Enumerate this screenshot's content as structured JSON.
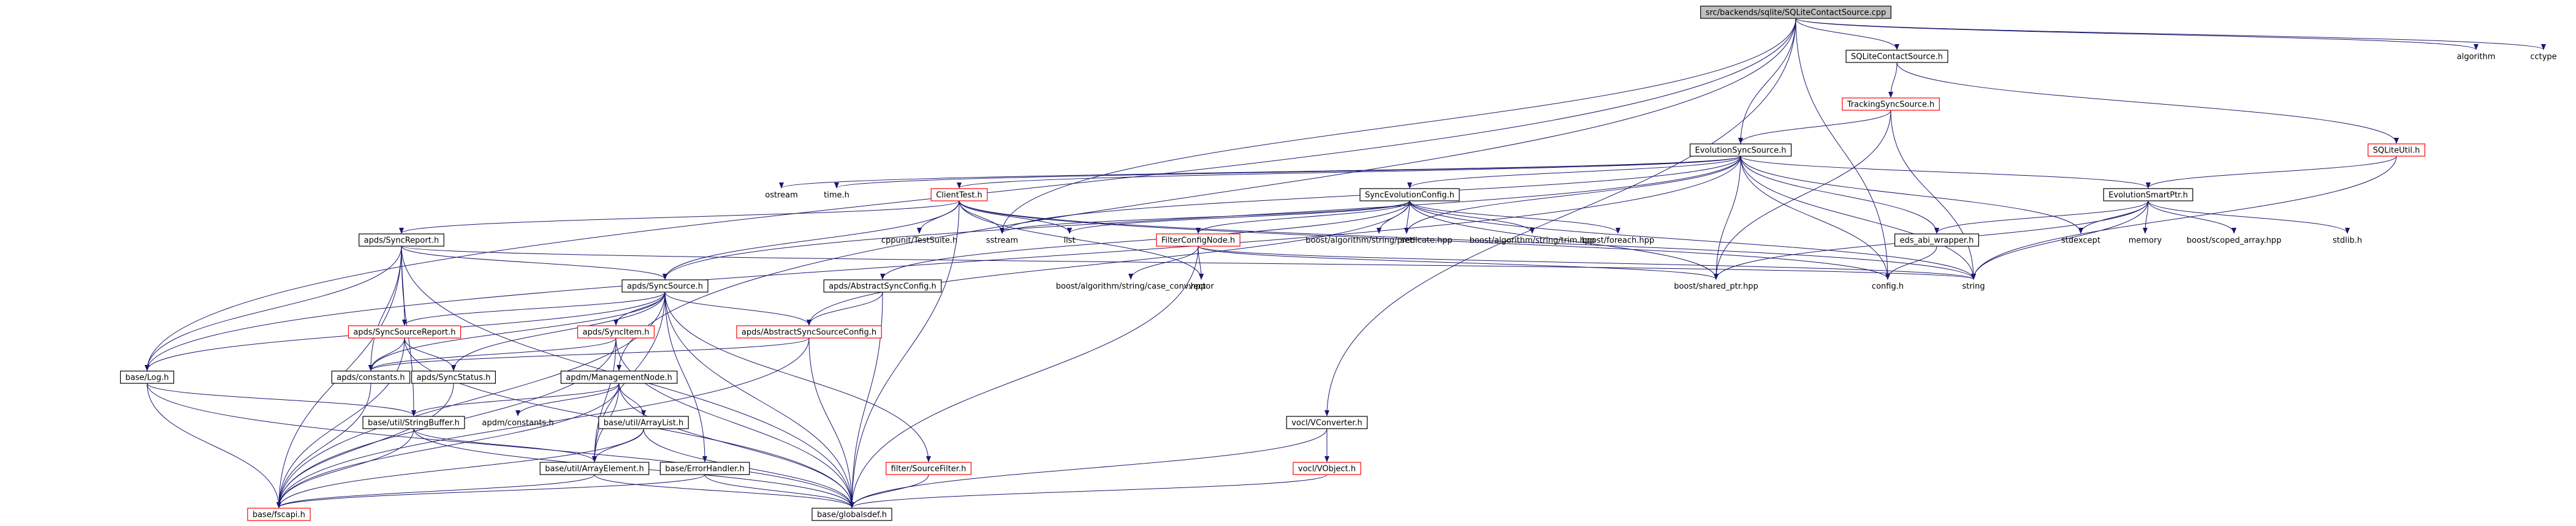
{
  "diagram": {
    "root_file": "src/backends/sqlite/SQLiteContactSource.cpp",
    "nodes": [
      {
        "id": "root",
        "label": "src/backends/sqlite/SQLiteContactSource.cpp",
        "style": "root"
      },
      {
        "id": "algorithm",
        "label": "algorithm",
        "style": "plain"
      },
      {
        "id": "cctype",
        "label": "cctype",
        "style": "plain"
      },
      {
        "id": "sqlitecontactsource_h",
        "label": "SQLiteContactSource.h",
        "style": "box"
      },
      {
        "id": "trackingsyncsource_h",
        "label": "TrackingSyncSource.h",
        "style": "red"
      },
      {
        "id": "sqliteutil_h",
        "label": "SQLiteUtil.h",
        "style": "red"
      },
      {
        "id": "evolutionsyncsource_h",
        "label": "EvolutionSyncSource.h",
        "style": "box"
      },
      {
        "id": "evolutionsmartptr_h",
        "label": "EvolutionSmartPtr.h",
        "style": "box"
      },
      {
        "id": "ostream",
        "label": "ostream",
        "style": "plain"
      },
      {
        "id": "time_h",
        "label": "time.h",
        "style": "plain"
      },
      {
        "id": "clienttest_h",
        "label": "ClientTest.h",
        "style": "red"
      },
      {
        "id": "syncevolutionconfig_h",
        "label": "SyncEvolutionConfig.h",
        "style": "box"
      },
      {
        "id": "cppunit_testsuite_h",
        "label": "cppunit/TestSuite.h",
        "style": "plain"
      },
      {
        "id": "sstream",
        "label": "sstream",
        "style": "plain"
      },
      {
        "id": "list",
        "label": "list",
        "style": "plain"
      },
      {
        "id": "set",
        "label": "set",
        "style": "plain"
      },
      {
        "id": "stdexcept",
        "label": "stdexcept",
        "style": "plain"
      },
      {
        "id": "memory",
        "label": "memory",
        "style": "plain"
      },
      {
        "id": "scoped_array_hpp",
        "label": "boost/scoped_array.hpp",
        "style": "plain"
      },
      {
        "id": "stdlib_h",
        "label": "stdlib.h",
        "style": "plain"
      },
      {
        "id": "predicate_hpp",
        "label": "boost/algorithm/string/predicate.hpp",
        "style": "plain"
      },
      {
        "id": "trim_hpp",
        "label": "boost/algorithm/string/trim.hpp",
        "style": "plain"
      },
      {
        "id": "foreach_hpp",
        "label": "boost/foreach.hpp",
        "style": "plain"
      },
      {
        "id": "eds_abi_wrapper_h",
        "label": "eds_abi_wrapper.h",
        "style": "box"
      },
      {
        "id": "apds_syncreport_h",
        "label": "apds/SyncReport.h",
        "style": "box"
      },
      {
        "id": "filterconfignode_h",
        "label": "FilterConfigNode.h",
        "style": "red"
      },
      {
        "id": "vector",
        "label": "vector",
        "style": "plain"
      },
      {
        "id": "case_conv_hpp",
        "label": "boost/algorithm/string/case_conv.hpp",
        "style": "plain"
      },
      {
        "id": "shared_ptr_hpp",
        "label": "boost/shared_ptr.hpp",
        "style": "plain"
      },
      {
        "id": "config_h",
        "label": "config.h",
        "style": "plain"
      },
      {
        "id": "string",
        "label": "string",
        "style": "plain"
      },
      {
        "id": "apds_syncsource_h",
        "label": "apds/SyncSource.h",
        "style": "box"
      },
      {
        "id": "apds_abstractsyncconfig_h",
        "label": "apds/AbstractSyncConfig.h",
        "style": "box"
      },
      {
        "id": "apds_syncsourcereport_h",
        "label": "apds/SyncSourceReport.h",
        "style": "red"
      },
      {
        "id": "apds_syncitem_h",
        "label": "apds/SyncItem.h",
        "style": "red"
      },
      {
        "id": "apds_abstractsyncsourceconfig_h",
        "label": "apds/AbstractSyncSourceConfig.h",
        "style": "red"
      },
      {
        "id": "base_log_h",
        "label": "base/Log.h",
        "style": "box"
      },
      {
        "id": "apds_constants_h",
        "label": "apds/constants.h",
        "style": "box"
      },
      {
        "id": "apds_syncstatus_h",
        "label": "apds/SyncStatus.h",
        "style": "box"
      },
      {
        "id": "apdm_managementnode_h",
        "label": "apdm/ManagementNode.h",
        "style": "box"
      },
      {
        "id": "base_util_stringbuffer_h",
        "label": "base/util/StringBuffer.h",
        "style": "box"
      },
      {
        "id": "apdm_constants_h",
        "label": "apdm/constants.h",
        "style": "plain"
      },
      {
        "id": "base_util_arraylist_h",
        "label": "base/util/ArrayList.h",
        "style": "box"
      },
      {
        "id": "base_util_arrayelement_h",
        "label": "base/util/ArrayElement.h",
        "style": "box"
      },
      {
        "id": "base_errorhandler_h",
        "label": "base/ErrorHandler.h",
        "style": "box"
      },
      {
        "id": "filter_sourcefilter_h",
        "label": "filter/SourceFilter.h",
        "style": "red"
      },
      {
        "id": "vocl_vconverter_h",
        "label": "vocl/VConverter.h",
        "style": "box"
      },
      {
        "id": "vocl_vobject_h",
        "label": "vocl/VObject.h",
        "style": "red"
      },
      {
        "id": "base_fscapi_h",
        "label": "base/fscapi.h",
        "style": "red"
      },
      {
        "id": "base_globalsdef_h",
        "label": "base/globalsdef.h",
        "style": "box"
      }
    ],
    "edges": [
      [
        "root",
        "algorithm"
      ],
      [
        "root",
        "cctype"
      ],
      [
        "root",
        "sqlitecontactsource_h"
      ],
      [
        "root",
        "evolutionsyncsource_h"
      ],
      [
        "root",
        "config_h"
      ],
      [
        "root",
        "base_log_h"
      ],
      [
        "root",
        "vocl_vconverter_h"
      ],
      [
        "root",
        "apdm_managementnode_h"
      ],
      [
        "root",
        "sstream"
      ],
      [
        "sqlitecontactsource_h",
        "trackingsyncsource_h"
      ],
      [
        "sqlitecontactsource_h",
        "sqliteutil_h"
      ],
      [
        "trackingsyncsource_h",
        "evolutionsyncsource_h"
      ],
      [
        "trackingsyncsource_h",
        "shared_ptr_hpp"
      ],
      [
        "trackingsyncsource_h",
        "string"
      ],
      [
        "sqliteutil_h",
        "evolutionsmartptr_h"
      ],
      [
        "sqliteutil_h",
        "string"
      ],
      [
        "evolutionsyncsource_h",
        "ostream"
      ],
      [
        "evolutionsyncsource_h",
        "time_h"
      ],
      [
        "evolutionsyncsource_h",
        "clienttest_h"
      ],
      [
        "evolutionsyncsource_h",
        "syncevolutionconfig_h"
      ],
      [
        "evolutionsyncsource_h",
        "evolutionsmartptr_h"
      ],
      [
        "evolutionsyncsource_h",
        "eds_abi_wrapper_h"
      ],
      [
        "evolutionsyncsource_h",
        "set"
      ],
      [
        "evolutionsyncsource_h",
        "stdexcept"
      ],
      [
        "evolutionsyncsource_h",
        "shared_ptr_hpp"
      ],
      [
        "evolutionsyncsource_h",
        "config_h"
      ],
      [
        "evolutionsyncsource_h",
        "string"
      ],
      [
        "evolutionsyncsource_h",
        "apds_syncsource_h"
      ],
      [
        "evolutionsyncsource_h",
        "base_log_h"
      ],
      [
        "evolutionsyncsource_h",
        "sstream"
      ],
      [
        "evolutionsmartptr_h",
        "stdexcept"
      ],
      [
        "evolutionsmartptr_h",
        "memory"
      ],
      [
        "evolutionsmartptr_h",
        "scoped_array_hpp"
      ],
      [
        "evolutionsmartptr_h",
        "stdlib_h"
      ],
      [
        "evolutionsmartptr_h",
        "eds_abi_wrapper_h"
      ],
      [
        "evolutionsmartptr_h",
        "shared_ptr_hpp"
      ],
      [
        "evolutionsmartptr_h",
        "string"
      ],
      [
        "clienttest_h",
        "apds_syncreport_h"
      ],
      [
        "clienttest_h",
        "apds_syncsource_h"
      ],
      [
        "clienttest_h",
        "cppunit_testsuite_h"
      ],
      [
        "clienttest_h",
        "sstream"
      ],
      [
        "clienttest_h",
        "list"
      ],
      [
        "clienttest_h",
        "vector"
      ],
      [
        "clienttest_h",
        "string"
      ],
      [
        "clienttest_h",
        "config_h"
      ],
      [
        "clienttest_h",
        "base_globalsdef_h"
      ],
      [
        "syncevolutionconfig_h",
        "filterconfignode_h"
      ],
      [
        "syncevolutionconfig_h",
        "apds_abstractsyncconfig_h"
      ],
      [
        "syncevolutionconfig_h",
        "apds_abstractsyncsourceconfig_h"
      ],
      [
        "syncevolutionconfig_h",
        "predicate_hpp"
      ],
      [
        "syncevolutionconfig_h",
        "trim_hpp"
      ],
      [
        "syncevolutionconfig_h",
        "foreach_hpp"
      ],
      [
        "syncevolutionconfig_h",
        "shared_ptr_hpp"
      ],
      [
        "syncevolutionconfig_h",
        "string"
      ],
      [
        "syncevolutionconfig_h",
        "set"
      ],
      [
        "syncevolutionconfig_h",
        "list"
      ],
      [
        "syncevolutionconfig_h",
        "sstream"
      ],
      [
        "eds_abi_wrapper_h",
        "config_h"
      ],
      [
        "filterconfignode_h",
        "case_conv_hpp"
      ],
      [
        "filterconfignode_h",
        "vector"
      ],
      [
        "filterconfignode_h",
        "shared_ptr_hpp"
      ],
      [
        "filterconfignode_h",
        "string"
      ],
      [
        "filterconfignode_h",
        "base_globalsdef_h"
      ],
      [
        "apds_syncreport_h",
        "apds_syncsource_h"
      ],
      [
        "apds_syncreport_h",
        "apds_syncsourcereport_h"
      ],
      [
        "apds_syncreport_h",
        "apds_constants_h"
      ],
      [
        "apds_syncreport_h",
        "base_log_h"
      ],
      [
        "apds_syncreport_h",
        "base_fscapi_h"
      ],
      [
        "apds_syncreport_h",
        "base_util_stringbuffer_h"
      ],
      [
        "apds_syncreport_h",
        "base_globalsdef_h"
      ],
      [
        "apds_syncreport_h",
        "string"
      ],
      [
        "apds_syncsource_h",
        "apds_syncsourcereport_h"
      ],
      [
        "apds_syncsource_h",
        "apds_syncitem_h"
      ],
      [
        "apds_syncsource_h",
        "apds_abstractsyncsourceconfig_h"
      ],
      [
        "apds_syncsource_h",
        "apds_constants_h"
      ],
      [
        "apds_syncsource_h",
        "apds_syncstatus_h"
      ],
      [
        "apds_syncsource_h",
        "base_log_h"
      ],
      [
        "apds_syncsource_h",
        "base_util_arrayelement_h"
      ],
      [
        "apds_syncsource_h",
        "base_errorhandler_h"
      ],
      [
        "apds_syncsource_h",
        "filter_sourcefilter_h"
      ],
      [
        "apds_syncsource_h",
        "base_fscapi_h"
      ],
      [
        "apds_syncsource_h",
        "base_globalsdef_h"
      ],
      [
        "apds_abstractsyncconfig_h",
        "apds_abstractsyncsourceconfig_h"
      ],
      [
        "apds_abstractsyncconfig_h",
        "base_globalsdef_h"
      ],
      [
        "apds_syncsourcereport_h",
        "apds_constants_h"
      ],
      [
        "apds_syncsourcereport_h",
        "apds_syncstatus_h"
      ],
      [
        "apds_syncsourcereport_h",
        "base_fscapi_h"
      ],
      [
        "apds_syncsourcereport_h",
        "base_globalsdef_h"
      ],
      [
        "apds_syncitem_h",
        "apds_constants_h"
      ],
      [
        "apds_syncitem_h",
        "base_util_arrayelement_h"
      ],
      [
        "apds_syncitem_h",
        "base_fscapi_h"
      ],
      [
        "apds_syncitem_h",
        "base_globalsdef_h"
      ],
      [
        "apds_abstractsyncsourceconfig_h",
        "apds_constants_h"
      ],
      [
        "apds_abstractsyncsourceconfig_h",
        "base_fscapi_h"
      ],
      [
        "apds_abstractsyncsourceconfig_h",
        "base_globalsdef_h"
      ],
      [
        "base_log_h",
        "base_fscapi_h"
      ],
      [
        "base_log_h",
        "base_util_stringbuffer_h"
      ],
      [
        "base_log_h",
        "base_globalsdef_h"
      ],
      [
        "apds_constants_h",
        "base_fscapi_h"
      ],
      [
        "apds_syncstatus_h",
        "base_fscapi_h"
      ],
      [
        "apdm_managementnode_h",
        "base_util_stringbuffer_h"
      ],
      [
        "apdm_managementnode_h",
        "apdm_constants_h"
      ],
      [
        "apdm_managementnode_h",
        "base_util_arraylist_h"
      ],
      [
        "apdm_managementnode_h",
        "base_fscapi_h"
      ],
      [
        "apdm_managementnode_h",
        "base_util_arrayelement_h"
      ],
      [
        "apdm_managementnode_h",
        "base_globalsdef_h"
      ],
      [
        "base_util_stringbuffer_h",
        "base_util_arrayelement_h"
      ],
      [
        "base_util_stringbuffer_h",
        "base_fscapi_h"
      ],
      [
        "base_util_stringbuffer_h",
        "base_globalsdef_h"
      ],
      [
        "base_util_arraylist_h",
        "base_util_arrayelement_h"
      ],
      [
        "base_util_arraylist_h",
        "base_fscapi_h"
      ],
      [
        "base_util_arraylist_h",
        "base_globalsdef_h"
      ],
      [
        "base_util_arrayelement_h",
        "base_fscapi_h"
      ],
      [
        "base_util_arrayelement_h",
        "base_globalsdef_h"
      ],
      [
        "base_errorhandler_h",
        "base_fscapi_h"
      ],
      [
        "base_errorhandler_h",
        "base_globalsdef_h"
      ],
      [
        "filter_sourcefilter_h",
        "base_globalsdef_h"
      ],
      [
        "vocl_vconverter_h",
        "vocl_vobject_h"
      ],
      [
        "vocl_vconverter_h",
        "base_globalsdef_h"
      ],
      [
        "vocl_vobject_h",
        "base_globalsdef_h"
      ]
    ]
  }
}
